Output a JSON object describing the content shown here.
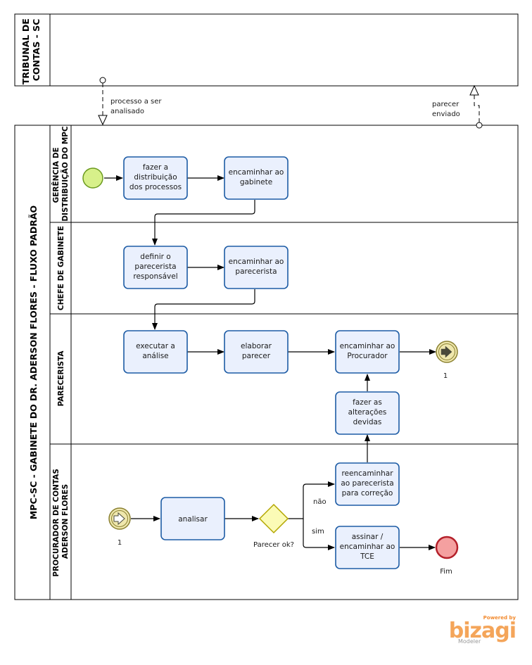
{
  "pools": {
    "tce": {
      "title_lines": [
        "TRIBUNAL DE",
        "CONTAS - SC"
      ]
    },
    "mpc": {
      "title": "MPC-SC - GABINETE DO DR. ADERSON FLORES - FLUXO PADRÃO"
    }
  },
  "lanes": {
    "gerencia": [
      "GERÊNCIA DE",
      "DISTRIBUIÇÃO DO MPC"
    ],
    "chefe": [
      "CHEFE DE GABINETE"
    ],
    "parecerista": [
      "PARECERISTA"
    ],
    "procurador": [
      "PROCURADOR DE CONTAS",
      "ADERSON FLORES"
    ]
  },
  "tasks": {
    "fazer_distribuicao": [
      "fazer a",
      "distribuição",
      "dos processos"
    ],
    "encaminhar_gabinete": [
      "encaminhar ao",
      "gabinete"
    ],
    "definir_parecerista": [
      "definir o",
      "parecerista",
      "responsável"
    ],
    "encaminhar_parecerista": [
      "encaminhar ao",
      "parecerista"
    ],
    "executar_analise": [
      "executar a",
      "análise"
    ],
    "elaborar_parecer": [
      "elaborar",
      "parecer"
    ],
    "encaminhar_procurador": [
      "encaminhar ao",
      "Procurador"
    ],
    "fazer_alteracoes": [
      "fazer as",
      "alterações",
      "devidas"
    ],
    "analisar": [
      "analisar"
    ],
    "reencaminhar": [
      "reencaminhar",
      "ao parecerista",
      "para correção"
    ],
    "assinar": [
      "assinar /",
      "encaminhar ao",
      "TCE"
    ]
  },
  "labels": {
    "message_in": [
      "processo a ser",
      "analisado"
    ],
    "message_out": [
      "parecer",
      "enviado"
    ],
    "link_throw": "1",
    "link_catch": "1",
    "gateway": "Parecer ok?",
    "nao": "não",
    "sim": "sim",
    "end_event": "Fim"
  },
  "logo": {
    "powered": "Powered by",
    "name": "bizagi",
    "sub": "Modeler"
  },
  "colors": {
    "task_fill": "#eaf0fd",
    "task_stroke": "#1d5ca5",
    "start_fill": "#d7f08a",
    "start_stroke": "#6b9a1e",
    "gateway_fill": "#fbfbb6",
    "gateway_stroke": "#b3a600",
    "link_fill": "#efe7ad",
    "link_stroke": "#8a8030",
    "end_fill": "#f4a0a0",
    "end_stroke": "#b4202a",
    "logo": "#f4a55a"
  }
}
